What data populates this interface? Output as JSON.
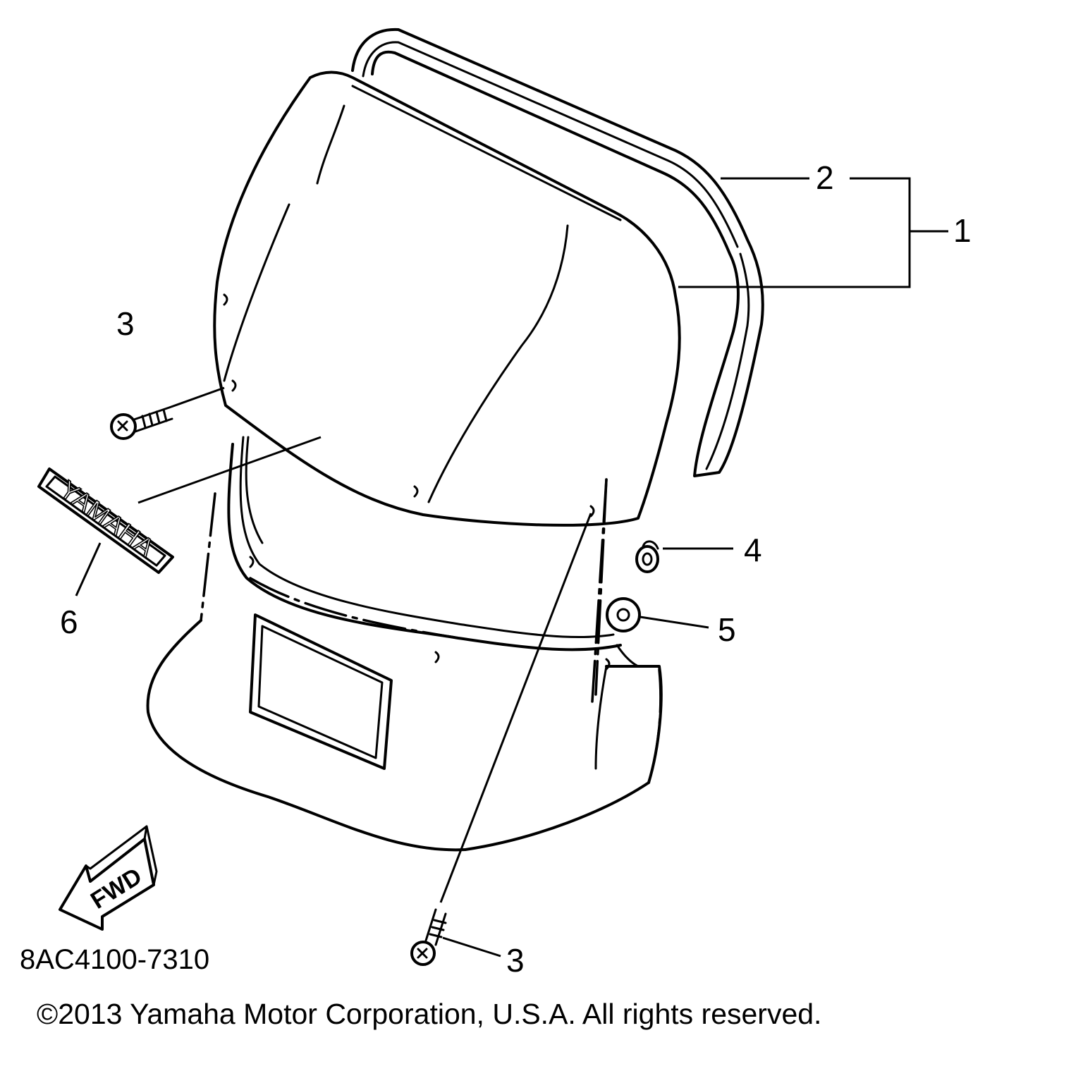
{
  "callouts": {
    "windshield_assy": "1",
    "molding": "2",
    "screw_upper": "3",
    "screw_lower": "3",
    "nut": "4",
    "damper": "5",
    "emblem": "6"
  },
  "emblem_text": "YAMAHA",
  "fwd_label": "FWD",
  "diagram_code": "8AC4100-7310",
  "copyright": "©2013 Yamaha Motor Corporation, U.S.A. All rights reserved."
}
